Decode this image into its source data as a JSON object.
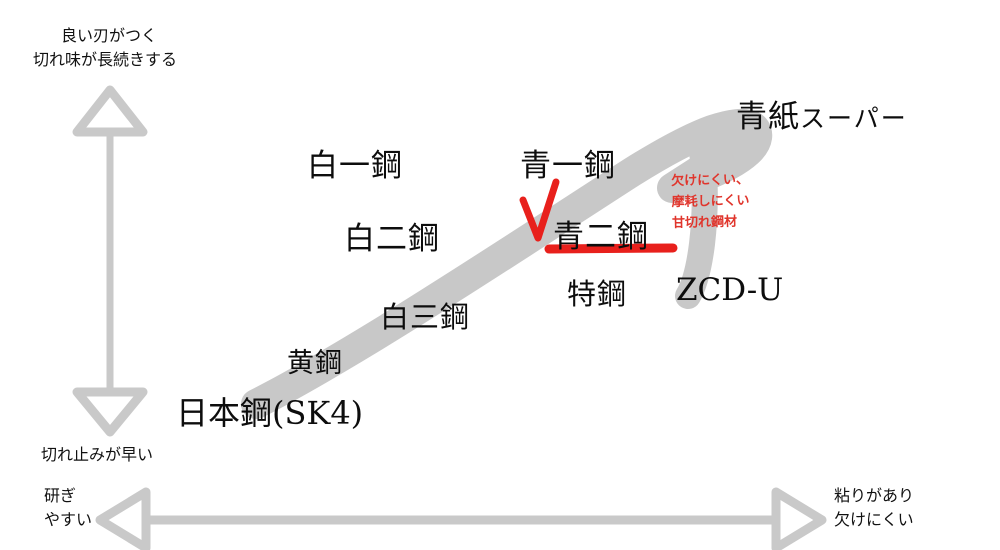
{
  "meta": {
    "title": "包丁鋼材 比較チャート",
    "bg_color": "#ffffff",
    "band_color": "#c8c8c8",
    "arrow_color": "#c9c9c9",
    "red_color": "#e8201c",
    "text_color": "#111111"
  },
  "axes": {
    "vertical": {
      "name": "vertical-double-arrow",
      "top_caption_line1": "良い刃がつく",
      "top_caption_line2": "切れ味が長続きする",
      "bottom_caption": "切れ止みが早い"
    },
    "horizontal": {
      "name": "horizontal-double-arrow",
      "left_caption_line1": "研ぎ",
      "left_caption_line2": "やすい",
      "right_caption_line1": "粘りがあり",
      "right_caption_line2": "欠けにくい"
    }
  },
  "labels": [
    {
      "id": "shiroichi",
      "text": "白一鋼"
    },
    {
      "id": "aoichi",
      "text": "青一鋼"
    },
    {
      "id": "aogami-super",
      "text": "青紙",
      "suffix": "スーパー"
    },
    {
      "id": "shironi",
      "text": "白二鋼"
    },
    {
      "id": "aoni",
      "text": "青二鋼"
    },
    {
      "id": "shirosan",
      "text": "白三鋼"
    },
    {
      "id": "tokuko",
      "text": "特鋼"
    },
    {
      "id": "zcdu",
      "text": "ZCD-U"
    },
    {
      "id": "kiko",
      "text": "黄鋼"
    },
    {
      "id": "nihonko",
      "text": "日本鋼(SK4)"
    }
  ],
  "annotation": {
    "check_mark": "✓",
    "underline_target": "青二鋼",
    "note_line1": "欠けにくい、",
    "note_line2": "摩耗しにくい",
    "note_line3": "甘切れ鋼材"
  },
  "chart_data": {
    "type": "scatter",
    "title": "包丁鋼材 比較チャート",
    "xlabel": "研ぎやすい ← → 粘りがあり欠けにくい",
    "ylabel": "切れ止みが早い ← → 良い刃がつく/切れ味が長続きする",
    "grid": false,
    "legend": "none",
    "points": [
      {
        "label": "日本鋼(SK4)",
        "x": 1,
        "y": 1
      },
      {
        "label": "黄鋼",
        "x": 2,
        "y": 2
      },
      {
        "label": "白三鋼",
        "x": 3,
        "y": 3
      },
      {
        "label": "白二鋼",
        "x": 3,
        "y": 5
      },
      {
        "label": "白一鋼",
        "x": 3,
        "y": 7
      },
      {
        "label": "特鋼",
        "x": 6,
        "y": 4
      },
      {
        "label": "ZCD-U",
        "x": 8,
        "y": 4
      },
      {
        "label": "青二鋼",
        "x": 6,
        "y": 5
      },
      {
        "label": "青一鋼",
        "x": 6,
        "y": 7
      },
      {
        "label": "青紙スーパー",
        "x": 9,
        "y": 8
      }
    ]
  }
}
